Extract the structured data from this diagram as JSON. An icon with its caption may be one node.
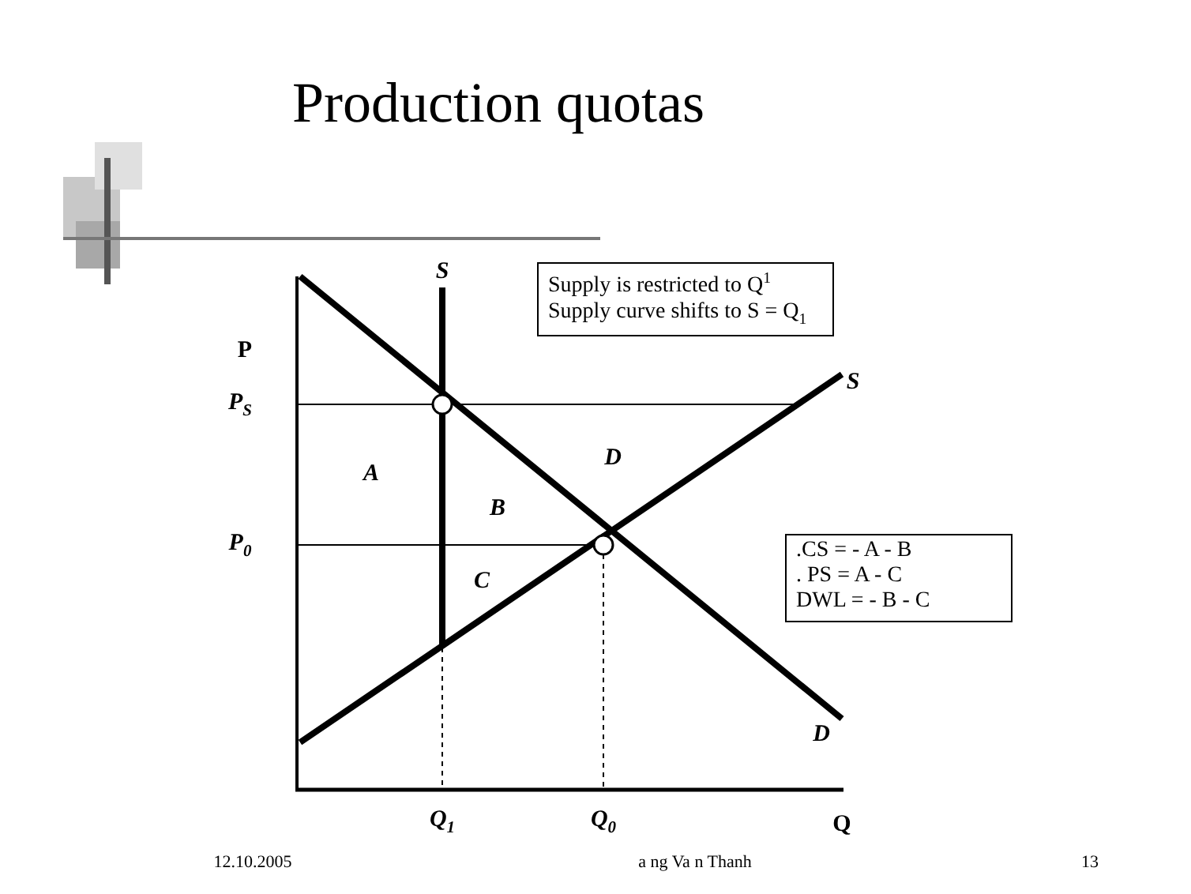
{
  "diagram": {
    "title": "Production quotas",
    "nodes": [
      {
        "text": [
          "Supply is restricted to Q$^{1}$",
          "Supply curve shifts to S = Q$_{1}$"
        ]
      },
      {
        "text": [
          ".CS = - A - B",
          ". PS = A - C",
          "DWL = - B - C"
        ]
      }
    ],
    "labels": [
      "S",
      "P",
      "S",
      "P$_{S}$",
      "A",
      "D",
      "B",
      "P$_{0}$",
      "C",
      "D",
      "Q$_{1}$",
      "Q$_{0}$",
      "Q",
      "12.10.2005",
      "a ng Va n Thanh",
      "13"
    ]
  }
}
